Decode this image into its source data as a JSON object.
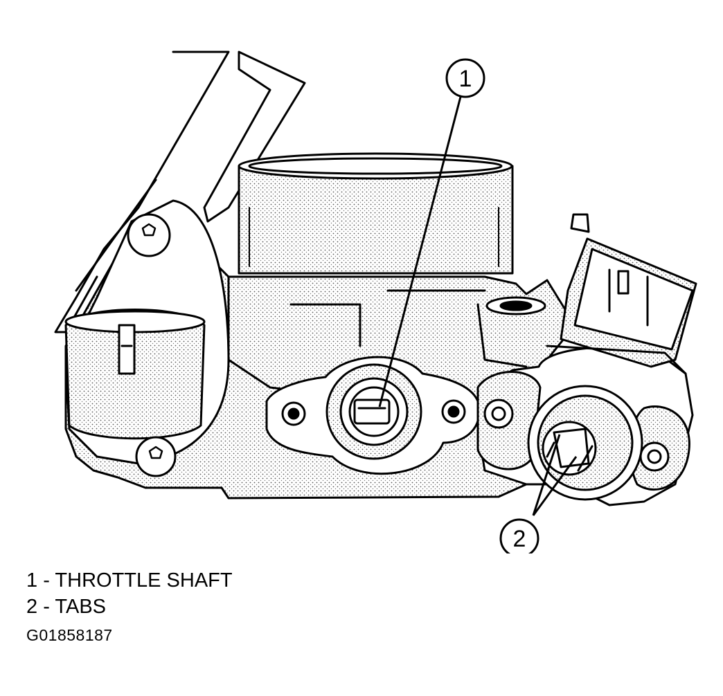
{
  "callouts": [
    {
      "number": "1"
    },
    {
      "number": "2"
    }
  ],
  "legend": [
    {
      "number": "1",
      "separator": "-",
      "text": "THROTTLE SHAFT"
    },
    {
      "number": "2",
      "separator": "-",
      "text": "TABS"
    }
  ],
  "figure_id": "G01858187",
  "colors": {
    "line": "#000000",
    "shade": "#d9d9d9",
    "background": "#ffffff"
  }
}
